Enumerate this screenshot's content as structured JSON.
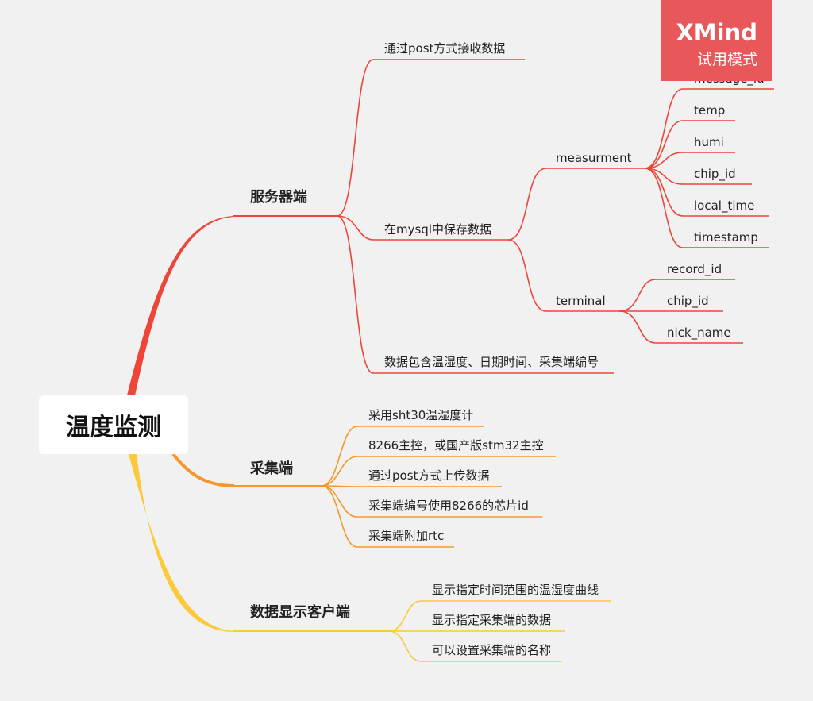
{
  "mindmap": {
    "root": "温度监测",
    "branches": [
      {
        "label": "服务器端",
        "color": "#ef4438",
        "children": [
          {
            "label": "通过post方式接收数据"
          },
          {
            "label": "在mysql中保存数据",
            "children": [
              {
                "label": "measurment",
                "children": [
                  "message_id",
                  "temp",
                  "humi",
                  "chip_id",
                  "local_time",
                  "timestamp"
                ]
              },
              {
                "label": "terminal",
                "children": [
                  "record_id",
                  "chip_id",
                  "nick_name"
                ]
              }
            ]
          },
          {
            "label": "数据包含温湿度、日期时间、采集端编号"
          }
        ]
      },
      {
        "label": "采集端",
        "color": "#f5972a",
        "children": [
          {
            "label": "采用sht30温湿度计"
          },
          {
            "label": "8266主控，或国产版stm32主控"
          },
          {
            "label": "通过post方式上传数据"
          },
          {
            "label": "采集端编号使用8266的芯片id"
          },
          {
            "label": "采集端附加rtc"
          }
        ]
      },
      {
        "label": "数据显示客户端",
        "color": "#fcc93a",
        "children": [
          {
            "label": "显示指定时间范围的温湿度曲线"
          },
          {
            "label": "显示指定采集端的数据"
          },
          {
            "label": "可以设置采集端的名称"
          }
        ]
      }
    ]
  },
  "watermark": {
    "brand": "XMind",
    "mode": "试用模式",
    "color": "#e8575a"
  }
}
